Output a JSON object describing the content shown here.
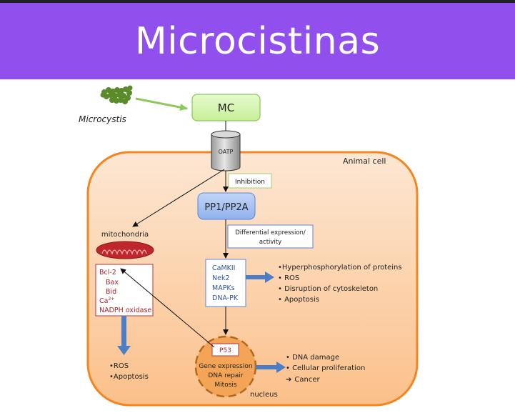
{
  "header": {
    "title": "Microcistinas"
  },
  "colors": {
    "header_bg": "#9150ee",
    "cell_fill": "#fde3c9",
    "cell_stroke": "#f5861f",
    "mc_fill": "#d5f5b0",
    "mc_stroke": "#8cc95a",
    "pp_fill": "#9ebcf2",
    "pp_stroke": "#5a86d6",
    "blue_arrow": "#4a7ec9",
    "mito_fill": "#c0272d",
    "red_text": "#a8232a",
    "nucleus_fill": "#f4a457",
    "nucleus_stroke": "#b06a1e",
    "microcystis_green": "#5a8a2a"
  },
  "diagram": {
    "organism_label": "Microcystis",
    "mc_label": "MC",
    "transporter_label": "OATP",
    "cell_label": "Animal cell",
    "inhibition_label": "Inhibition",
    "pp_label": "PP1/PP2A",
    "differential_label_line1": "Differential expression/",
    "differential_label_line2": "activity",
    "mitochondria_label": "mitochondria",
    "mito_factors": [
      "Bcl-2",
      "Bax",
      "Bid",
      "Ca",
      "NADPH oxidase"
    ],
    "calcium_superscript": "2+",
    "kinases": [
      "CaMKII",
      "Nek2",
      "MAPKs",
      "DNA-PK"
    ],
    "kinase_effects": [
      "•Hyperphosphorylation of proteins",
      "• ROS",
      "• Disruption of cytoskeleton",
      "• Apoptosis"
    ],
    "mito_effects": [
      "•ROS",
      "•Apoptosis"
    ],
    "p53_label": "P53",
    "nucleus_lines": [
      "Gene expression",
      "DNA repair",
      "Mitosis"
    ],
    "nucleus_label": "nucleus",
    "nucleus_effects": [
      "• DNA damage",
      "• Cellular proliferation"
    ],
    "cancer_arrow": "➔",
    "cancer_label": "Cancer"
  }
}
